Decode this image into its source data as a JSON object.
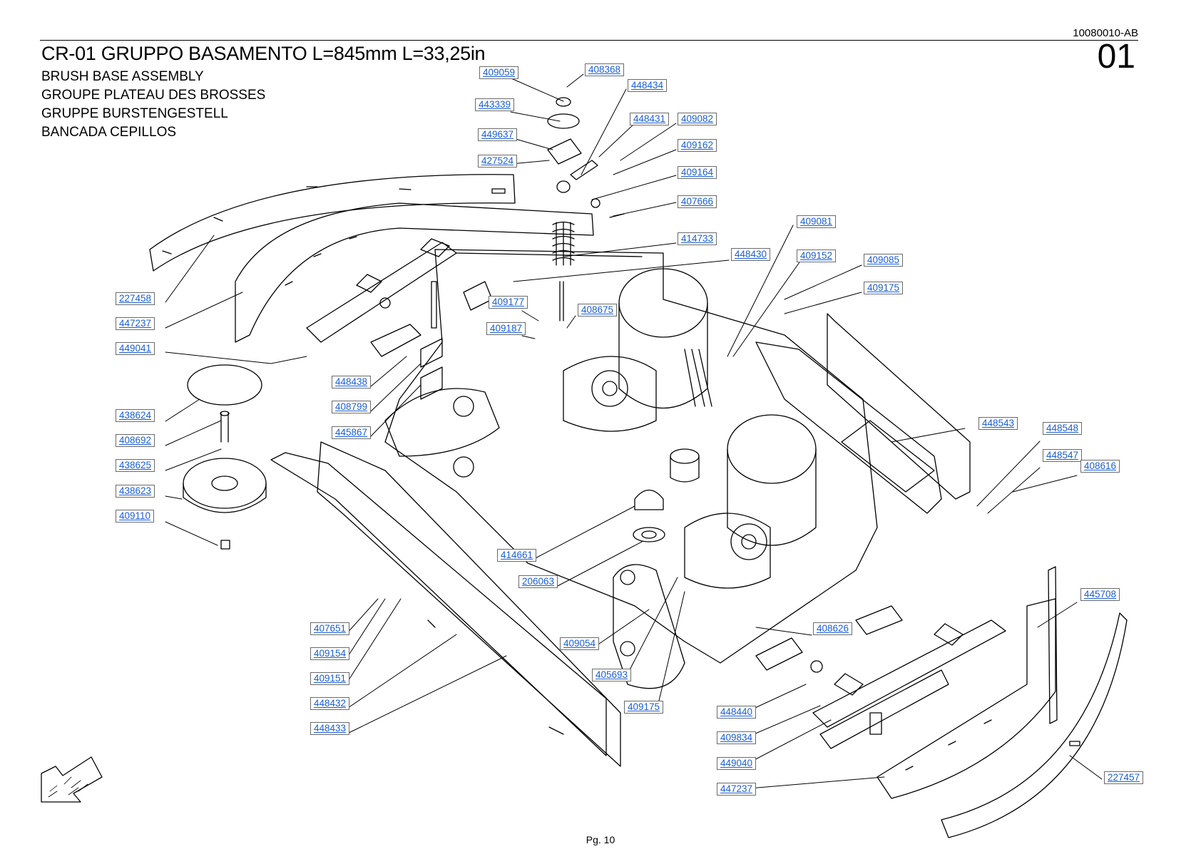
{
  "document": {
    "code": "10080010-AB",
    "sheet": "01",
    "title": "CR-01 GRUPPO BASAMENTO L=845mm L=33,25in",
    "subtitles": [
      "BRUSH BASE ASSEMBLY",
      "GROUPE PLATEAU DES BROSSES",
      "GRUPPE BURSTENGESTELL",
      "BANCADA CEPILLOS"
    ],
    "page": "Pg. 10"
  },
  "colors": {
    "link": "#1a5fd6",
    "line": "#000000",
    "label_border": "#6b6b6b"
  },
  "parts": [
    "409059",
    "408368",
    "448434",
    "443339",
    "448431",
    "409082",
    "449637",
    "409162",
    "427524",
    "409164",
    "407666",
    "409081",
    "414733",
    "448430",
    "409152",
    "409085",
    "409175",
    "227458",
    "409177",
    "408675",
    "447237",
    "409187",
    "449041",
    "448438",
    "408799",
    "438624",
    "445867",
    "408692",
    "448543",
    "448548",
    "438625",
    "448547",
    "408616",
    "438623",
    "409110",
    "414661",
    "206063",
    "445708",
    "407651",
    "408626",
    "409054",
    "409154",
    "405693",
    "409151",
    "448432",
    "409175",
    "448440",
    "448433",
    "409834",
    "449040",
    "447237",
    "227457"
  ]
}
